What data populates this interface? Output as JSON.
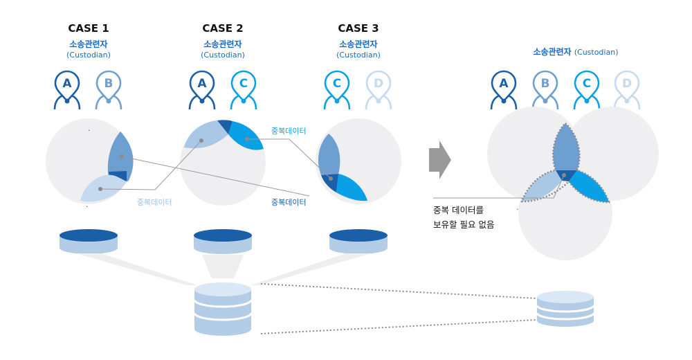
{
  "colors": {
    "dark_blue": "#1a5fa8",
    "mid_blue": "#6d9fd1",
    "light_blue": "#a9c8e6",
    "pale_blue": "#c5daee",
    "cyan": "#0aa0e6",
    "grey_circle": "#efeff1",
    "text": "#111111",
    "accent_text": "#1769c0",
    "muted_text": "#9fbfdf"
  },
  "cases": [
    {
      "title": "CASE 1",
      "role_ko": "소송관련자",
      "role_en": "(Custodian)",
      "people": [
        "A",
        "B"
      ]
    },
    {
      "title": "CASE 2",
      "role_ko": "소송관련자",
      "role_en": "(Custodian)",
      "people": [
        "A",
        "C"
      ]
    },
    {
      "title": "CASE 3",
      "role_ko": "소송관련자",
      "role_en": "(Custodian)",
      "people": [
        "C",
        "D"
      ]
    }
  ],
  "combined": {
    "role_ko": "소송관련자",
    "role_en": "(Custodian)",
    "people": [
      "A",
      "B",
      "C",
      "D"
    ],
    "note_line1": "중복 데이터를",
    "note_line2": "보유할 필요 없음"
  },
  "labels": {
    "dup_case1": "중복데이터",
    "dup_case2": "중복데이터",
    "dup_case3": "중복데이터"
  },
  "icons": {
    "person": "person-pin-icon",
    "database": "database-icon",
    "arrow": "arrow-right-icon"
  }
}
